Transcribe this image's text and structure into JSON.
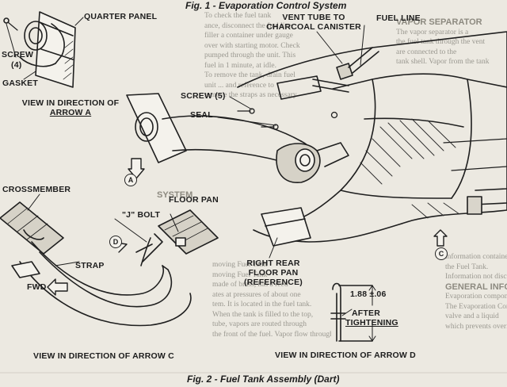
{
  "figure1_caption": "Fig. 1 - Evaporation Control System",
  "figure2_caption": "Fig. 2 - Fuel Tank Assembly (Dart)",
  "labels": {
    "quarter_panel": "QUARTER PANEL",
    "screw_4": "SCREW",
    "screw_4_qty": "(4)",
    "gasket": "GASKET",
    "view_arrow_a_1": "VIEW IN DIRECTION OF",
    "view_arrow_a_2": "ARROW A",
    "vent_tube_1": "VENT TUBE TO",
    "vent_tube_2": "CHARCOAL CANISTER",
    "fuel_line": "FUEL LINE",
    "screw_5": "SCREW (5)",
    "seal": "SEAL",
    "crossmember": "CROSSMEMBER",
    "floor_pan": "FLOOR PAN",
    "j_bolt": "\"J\" BOLT",
    "strap": "STRAP",
    "fwd": "FWD",
    "right_rear_1": "RIGHT REAR",
    "right_rear_2": "FLOOR PAN",
    "right_rear_3": "(REFERENCE)",
    "dimension": "1.88 ±.06",
    "after_1": "AFTER",
    "after_2": "TIGHTENING",
    "view_arrow_c": "VIEW IN DIRECTION OF ARROW C",
    "view_arrow_d": "VIEW IN DIRECTION OF ARROW D"
  },
  "arrows": {
    "a": "A",
    "c": "C",
    "d": "D"
  },
  "background_text": {
    "col_mid": [
      "To check the fuel tank",
      "ance, disconnect the fuel line",
      "filler a container under gauge",
      "over with starting motor. Check",
      "pumped through the unit. This",
      "fuel in 1 minute, at idle.",
      "To remove the tank, drain fuel",
      "unit ... and reference to",
      "remove the straps as necessary"
    ],
    "col_right": [
      "VAPOR SEPARATOR",
      "The vapor separator is a",
      "the fuel tank through the vent",
      "are connected to the",
      "tank shell. Vapor from the tank"
    ],
    "col_right_lower": [
      "information contained in",
      "the Fuel Tank.",
      "Information not discussed",
      "GENERAL INFORMATION",
      "Evaporation components for the",
      "The Evaporation Control System",
      "valve and a liquid",
      "which prevents overfilling"
    ],
    "col_mid_lower": [
      "moving Fuel Tank",
      "moving Fuel Tank",
      "made of brass, has a reed",
      "ates at pressures of about one",
      "tem. It is located in the fuel tank.",
      "When the tank is filled to the top,",
      "tube, vapors are routed through",
      "the front of the fuel. Vapor flow through the vent"
    ],
    "system_heading": "SYSTEM"
  }
}
